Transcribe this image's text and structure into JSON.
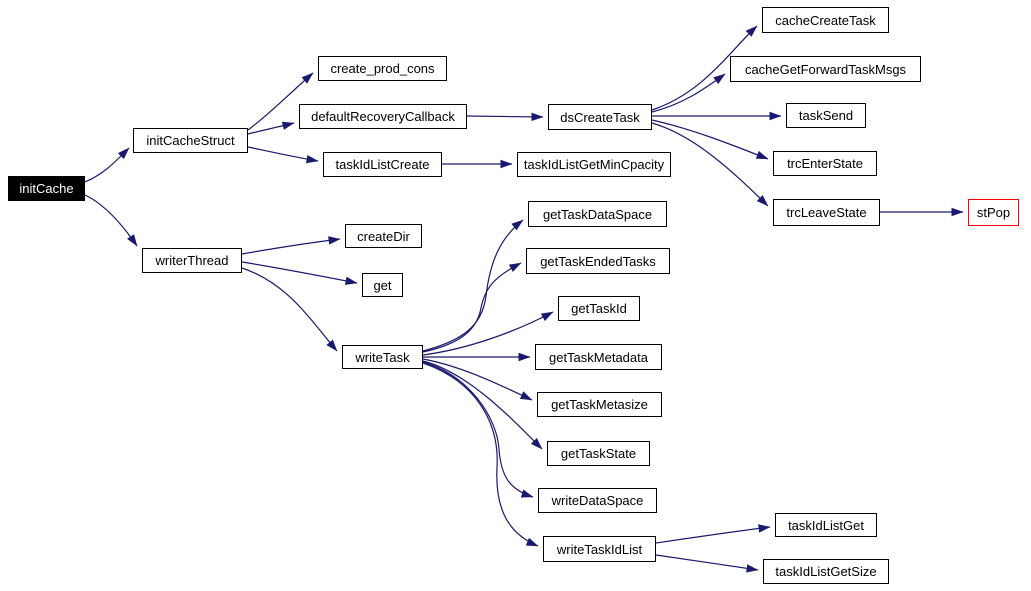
{
  "diagram": {
    "type": "call-graph",
    "root": "initCache",
    "colors": {
      "edge": "#191970",
      "node_border": "#000000",
      "node_background": "#ffffff",
      "root_background": "#000000",
      "root_text": "#ffffff",
      "highlight_border": "#ff0000",
      "text": "#000000"
    },
    "nodes": [
      {
        "id": "initCache",
        "label": "initCache",
        "variant": "root"
      },
      {
        "id": "initCacheStruct",
        "label": "initCacheStruct",
        "variant": "default"
      },
      {
        "id": "writerThread",
        "label": "writerThread",
        "variant": "default"
      },
      {
        "id": "create_prod_cons",
        "label": "create_prod_cons",
        "variant": "default"
      },
      {
        "id": "defaultRecoveryCallback",
        "label": "defaultRecoveryCallback",
        "variant": "default"
      },
      {
        "id": "taskIdListCreate",
        "label": "taskIdListCreate",
        "variant": "default"
      },
      {
        "id": "dsCreateTask",
        "label": "dsCreateTask",
        "variant": "default"
      },
      {
        "id": "taskIdListGetMinCpacity",
        "label": "taskIdListGetMinCpacity",
        "variant": "default"
      },
      {
        "id": "cacheCreateTask",
        "label": "cacheCreateTask",
        "variant": "default"
      },
      {
        "id": "cacheGetForwardTaskMsgs",
        "label": "cacheGetForwardTaskMsgs",
        "variant": "default"
      },
      {
        "id": "taskSend",
        "label": "taskSend",
        "variant": "default"
      },
      {
        "id": "trcEnterState",
        "label": "trcEnterState",
        "variant": "default"
      },
      {
        "id": "trcLeaveState",
        "label": "trcLeaveState",
        "variant": "default"
      },
      {
        "id": "stPop",
        "label": "stPop",
        "variant": "highlight"
      },
      {
        "id": "createDir",
        "label": "createDir",
        "variant": "default"
      },
      {
        "id": "get",
        "label": "get",
        "variant": "default"
      },
      {
        "id": "writeTask",
        "label": "writeTask",
        "variant": "default"
      },
      {
        "id": "getTaskDataSpace",
        "label": "getTaskDataSpace",
        "variant": "default"
      },
      {
        "id": "getTaskEndedTasks",
        "label": "getTaskEndedTasks",
        "variant": "default"
      },
      {
        "id": "getTaskId",
        "label": "getTaskId",
        "variant": "default"
      },
      {
        "id": "getTaskMetadata",
        "label": "getTaskMetadata",
        "variant": "default"
      },
      {
        "id": "getTaskMetasize",
        "label": "getTaskMetasize",
        "variant": "default"
      },
      {
        "id": "getTaskState",
        "label": "getTaskState",
        "variant": "default"
      },
      {
        "id": "writeDataSpace",
        "label": "writeDataSpace",
        "variant": "default"
      },
      {
        "id": "writeTaskIdList",
        "label": "writeTaskIdList",
        "variant": "default"
      },
      {
        "id": "taskIdListGet",
        "label": "taskIdListGet",
        "variant": "default"
      },
      {
        "id": "taskIdListGetSize",
        "label": "taskIdListGetSize",
        "variant": "default"
      }
    ],
    "edges": [
      {
        "from": "initCache",
        "to": "initCacheStruct"
      },
      {
        "from": "initCache",
        "to": "writerThread"
      },
      {
        "from": "initCacheStruct",
        "to": "create_prod_cons"
      },
      {
        "from": "initCacheStruct",
        "to": "defaultRecoveryCallback"
      },
      {
        "from": "initCacheStruct",
        "to": "taskIdListCreate"
      },
      {
        "from": "defaultRecoveryCallback",
        "to": "dsCreateTask"
      },
      {
        "from": "taskIdListCreate",
        "to": "taskIdListGetMinCpacity"
      },
      {
        "from": "dsCreateTask",
        "to": "cacheCreateTask"
      },
      {
        "from": "dsCreateTask",
        "to": "cacheGetForwardTaskMsgs"
      },
      {
        "from": "dsCreateTask",
        "to": "taskSend"
      },
      {
        "from": "dsCreateTask",
        "to": "trcEnterState"
      },
      {
        "from": "dsCreateTask",
        "to": "trcLeaveState"
      },
      {
        "from": "trcLeaveState",
        "to": "stPop"
      },
      {
        "from": "writerThread",
        "to": "createDir"
      },
      {
        "from": "writerThread",
        "to": "get"
      },
      {
        "from": "writerThread",
        "to": "writeTask"
      },
      {
        "from": "writeTask",
        "to": "getTaskDataSpace"
      },
      {
        "from": "writeTask",
        "to": "getTaskEndedTasks"
      },
      {
        "from": "writeTask",
        "to": "getTaskId"
      },
      {
        "from": "writeTask",
        "to": "getTaskMetadata"
      },
      {
        "from": "writeTask",
        "to": "getTaskMetasize"
      },
      {
        "from": "writeTask",
        "to": "getTaskState"
      },
      {
        "from": "writeTask",
        "to": "writeDataSpace"
      },
      {
        "from": "writeTask",
        "to": "writeTaskIdList"
      },
      {
        "from": "writeTaskIdList",
        "to": "taskIdListGet"
      },
      {
        "from": "writeTaskIdList",
        "to": "taskIdListGetSize"
      }
    ]
  }
}
